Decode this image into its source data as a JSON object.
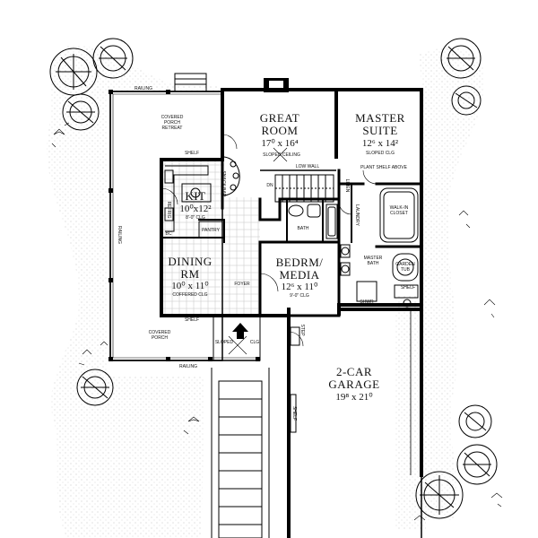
{
  "rooms": {
    "great_room": {
      "name_l1": "GREAT",
      "name_l2": "ROOM",
      "dims": "17⁰ x 16⁴",
      "sub": "SLOPED CEILING"
    },
    "master_suite": {
      "name_l1": "MASTER",
      "name_l2": "SUITE",
      "dims": "12⁶ x 14²",
      "sub": "SLOPED CLG"
    },
    "kitchen": {
      "name": "KIT",
      "dims": "10⁰x12²",
      "sub": "8'-0\" CLG"
    },
    "dining": {
      "name_l1": "DINING",
      "name_l2": "RM",
      "dims": "10⁰ x 11⁰",
      "sub": "COFFERED CLG"
    },
    "bedroom": {
      "name_l1": "BEDRM/",
      "name_l2": "MEDIA",
      "dims": "12⁶ x 11⁰",
      "sub": "9'-0\" CLG"
    },
    "garage": {
      "name_l1": "2-CAR",
      "name_l2": "GARAGE",
      "dims": "19⁸ x 21⁰"
    }
  },
  "labels": {
    "covered_porch_retreat_l1": "COVERED",
    "covered_porch_retreat_l2": "PORCH",
    "covered_porch_retreat_l3": "RETREAT",
    "covered_porch_l1": "COVERED",
    "covered_porch_l2": "PORCH",
    "railing_top": "RAILING",
    "railing_left": "RAILING",
    "railing_bottom": "RAILING",
    "shelf_kit": "SHELF",
    "shelf_dining": "SHELF",
    "shelf_bath": "SHELF",
    "shelf_garage": "SHELF",
    "snack_bar": "SNACK BAR",
    "low_wall": "LOW WALL",
    "plant_shelf": "PLANT SHELF ABOVE",
    "linen": "LINEN",
    "walk_in_closet_l1": "WALK-IN",
    "walk_in_closet_l2": "CLOSET",
    "laundry": "LAUNDRY",
    "bath": "BATH",
    "master_bath_l1": "MASTER",
    "master_bath_l2": "BATH",
    "garden_tub_l1": "GARDEN",
    "garden_tub_l2": "TUB",
    "shower": "SHWR",
    "pantry": "PANTRY",
    "refrig": "REFRIG",
    "bc": "BC",
    "foyer": "FOYER",
    "sloped_clg_l": "SLOPED",
    "sloped_clg_r": "CLG",
    "step": "STEP",
    "dn": "DN"
  },
  "colors": {
    "line": "#000000",
    "stipple": "#cfcfcf",
    "tile": "#bbbbbb",
    "bg": "#ffffff"
  }
}
